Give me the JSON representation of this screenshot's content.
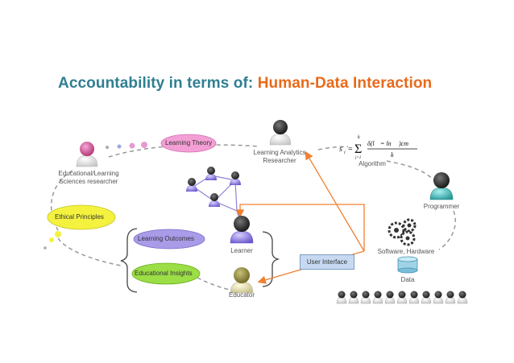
{
  "title": {
    "prefix": "Accountability in terms of:",
    "highlight": "Human-Data Interaction"
  },
  "colors": {
    "title_teal": "#2f7f92",
    "title_orange": "#e86a1a",
    "bubble_pink": "#f39fd5",
    "bubble_yellow": "#f4f23f",
    "bubble_purple": "#a99be8",
    "bubble_green": "#9bde45",
    "arrow_orange": "#f08030",
    "dash_gray": "#999999"
  },
  "bubbles": {
    "learning_theory": "Learning Theory",
    "ethical_principles": "Ethical Principles",
    "learning_outcomes": "Learning Outcomes",
    "educational_insights": "Educational Insights"
  },
  "actors": {
    "educational_researcher": [
      "Educational/Learning",
      "Sciences researcher"
    ],
    "learning_analytics_researcher": [
      "Learning Analytics",
      "Researcher"
    ],
    "programmer": "Programmer",
    "learner": "Learner",
    "educator": "Educator"
  },
  "system": {
    "algorithm": "Algorithm",
    "software_hardware": "Software, Hardware",
    "data": "Data",
    "user_interface": "User Interface"
  },
  "formula": {
    "lhs": "s",
    "lhs_sub": "i",
    "equals": "=",
    "sum": "Σ",
    "sum_top": "k",
    "sum_bottom": "j=1",
    "numerator": "δ(l",
    "numerator_rest": " = ln",
    "numerator_end": ")cm",
    "denominator": "k"
  },
  "icons": {
    "person": "person-icon",
    "gears": "gears-icon",
    "database": "database-icon"
  }
}
